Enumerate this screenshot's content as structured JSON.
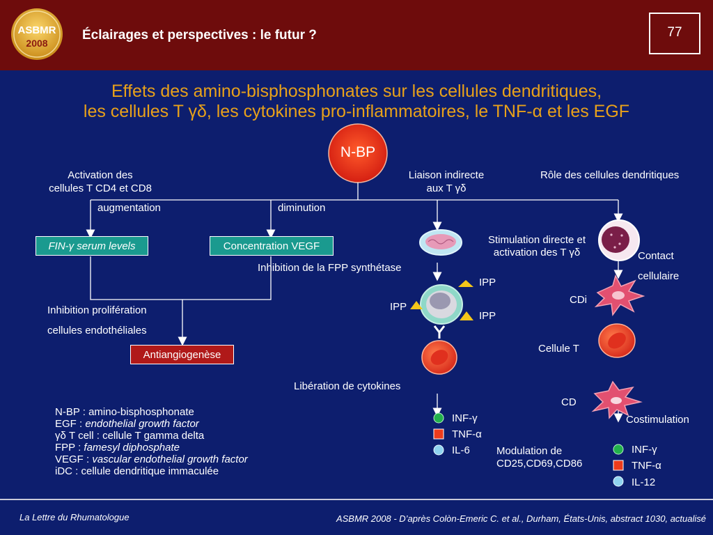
{
  "header": {
    "logo": {
      "line1": "ASBMR",
      "line2": "2008"
    },
    "title": "Éclairages et perspectives : le futur ?",
    "page_number": "77"
  },
  "main_title": {
    "line1": "Effets des amino-bisphosphonates sur les cellules dendritiques,",
    "line2": "les cellules T γδ, les cytokines pro-inflammatoires, le TNF-α et les EGF"
  },
  "diagram": {
    "center_node": "N-BP",
    "branch_left_l1": "Activation des",
    "branch_left_l2": "cellules T CD4 et CD8",
    "branch_middle_l1": "Liaison indirecte",
    "branch_middle_l2": "aux T γδ",
    "branch_right": "Rôle des cellules dendritiques",
    "augmentation": "augmentation",
    "diminution": "diminution",
    "box_fin": "FIN-γ serum levels",
    "box_vegf": "Concentration VEGF",
    "box_antiangio": "Antiangiogenèse",
    "inhibition_prolif_l1": "Inhibition prolifération",
    "inhibition_prolif_l2": "cellules endothéliales",
    "inhibition_fpp": "Inhibition de la FPP synthétase",
    "ipp": "IPP",
    "liberation": "Libération de cytokines",
    "stimulation_l1": "Stimulation directe et",
    "stimulation_l2": "activation des T γδ",
    "contact_l1": "Contact",
    "contact_l2": "cellulaire",
    "cdi": "CDi",
    "cellule_t": "Cellule T",
    "cd": "CD",
    "costimulation": "Costimulation",
    "modulation_l1": "Modulation de",
    "modulation_l2": "CD25,CD69,CD86"
  },
  "cytokines_left": [
    {
      "label": "INF-γ",
      "color": "#22b14c",
      "shape": "circle"
    },
    {
      "label": "TNF-α",
      "color": "#ee3b1c",
      "shape": "square"
    },
    {
      "label": "IL-6",
      "color": "#8fd3ef",
      "shape": "circle"
    }
  ],
  "cytokines_right": [
    {
      "label": "INF-γ",
      "color": "#22b14c",
      "shape": "circle"
    },
    {
      "label": "TNF-α",
      "color": "#ee3b1c",
      "shape": "square"
    },
    {
      "label": "IL-12",
      "color": "#8fd3ef",
      "shape": "circle"
    }
  ],
  "legend": {
    "l1": "N-BP : amino-bisphosphonate",
    "l2_key": "EGF : ",
    "l2_val": "endothelial growth factor",
    "l3": "γδ T cell : cellule T gamma delta",
    "l4_key": "FPP : ",
    "l4_val": "famesyl diphosphate",
    "l5_key": "VEGF : ",
    "l5_val": "vascular endothelial growth factor",
    "l6": "iDC : cellule dendritique immaculée"
  },
  "footer": {
    "left": "La Lettre du Rhumatologue",
    "right": "ASBMR 2008 - D’après Colòn-Emeric C. et al., Durham, États-Unis, abstract 1030, actualisé"
  },
  "colors": {
    "background": "#0d1e6e",
    "header": "#6e0c0c",
    "title": "#e8a11a",
    "teal_box": "#1a9a8f",
    "red_box": "#b01919",
    "nbp_node": "#e8261b"
  }
}
